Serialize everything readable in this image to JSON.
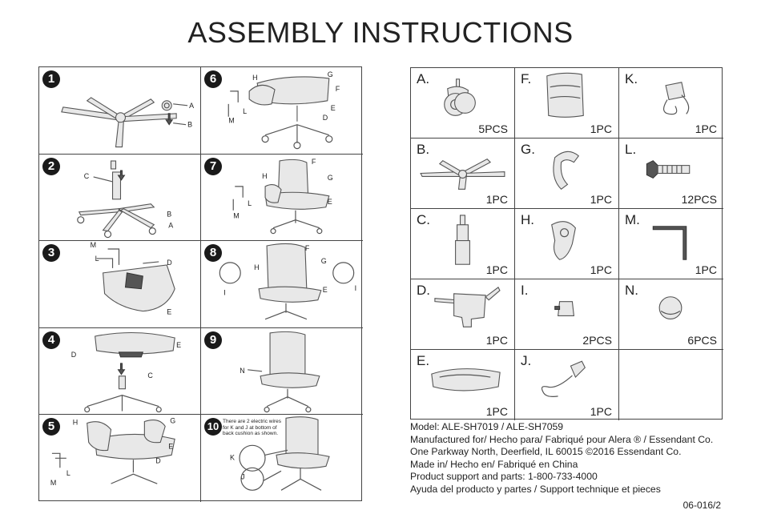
{
  "title": "ASSEMBLY INSTRUCTIONS",
  "steps": [
    {
      "number": "1",
      "labels": [
        "A",
        "B"
      ]
    },
    {
      "number": "6",
      "labels": [
        "H",
        "G",
        "F",
        "E",
        "D",
        "L",
        "M"
      ]
    },
    {
      "number": "2",
      "labels": [
        "C",
        "B",
        "A"
      ]
    },
    {
      "number": "7",
      "labels": [
        "F",
        "H",
        "G",
        "E",
        "L",
        "M"
      ]
    },
    {
      "number": "3",
      "labels": [
        "M",
        "L",
        "D",
        "E"
      ]
    },
    {
      "number": "8",
      "labels": [
        "F",
        "H",
        "G",
        "E",
        "I",
        "I"
      ]
    },
    {
      "number": "4",
      "labels": [
        "E",
        "D",
        "C"
      ]
    },
    {
      "number": "9",
      "labels": [
        "N"
      ]
    },
    {
      "number": "5",
      "labels": [
        "G",
        "H",
        "E",
        "D",
        "L",
        "M"
      ]
    },
    {
      "number": "10",
      "labels": [
        "K",
        "J"
      ],
      "note": "There are 2 electric wires for K and J at bottom of back cushion as shown."
    }
  ],
  "parts": [
    {
      "letter": "A.",
      "qty": "5PCS",
      "icon": "caster-wheel-icon"
    },
    {
      "letter": "F.",
      "qty": "1PC",
      "icon": "backrest-icon"
    },
    {
      "letter": "K.",
      "qty": "1PC",
      "icon": "power-adapter-icon"
    },
    {
      "letter": "B.",
      "qty": "1PC",
      "icon": "chair-base-icon"
    },
    {
      "letter": "G.",
      "qty": "1PC",
      "icon": "armrest-left-icon"
    },
    {
      "letter": "L.",
      "qty": "12PCS",
      "icon": "bolt-icon"
    },
    {
      "letter": "C.",
      "qty": "1PC",
      "icon": "gas-lift-icon"
    },
    {
      "letter": "H.",
      "qty": "1PC",
      "icon": "armrest-right-icon"
    },
    {
      "letter": "M.",
      "qty": "1PC",
      "icon": "allen-key-icon"
    },
    {
      "letter": "D.",
      "qty": "1PC",
      "icon": "tilt-mechanism-icon"
    },
    {
      "letter": "I.",
      "qty": "2PCS",
      "icon": "knob-icon"
    },
    {
      "letter": "N.",
      "qty": "6PCS",
      "icon": "cap-icon"
    },
    {
      "letter": "E.",
      "qty": "1PC",
      "icon": "seat-cushion-icon"
    },
    {
      "letter": "J.",
      "qty": "1PC",
      "icon": "remote-control-icon"
    },
    {
      "letter": "",
      "qty": "",
      "icon": ""
    }
  ],
  "info": {
    "model": "Model: ALE-SH7019 / ALE-SH7059",
    "manufactured": "Manufactured for/ Hecho para/ Fabriqué pour Alera ® / Essendant Co.",
    "address": "One Parkway North, Deerfield, IL 60015 ©2016 Essendant Co.",
    "made_in": "Made in/ Hecho en/ Fabriqué en China",
    "support": "Product support and parts: 1-800-733-4000",
    "support_es_fr": "Ayuda del producto y partes / Support technique et pieces"
  },
  "doc_code": "06-016/2"
}
